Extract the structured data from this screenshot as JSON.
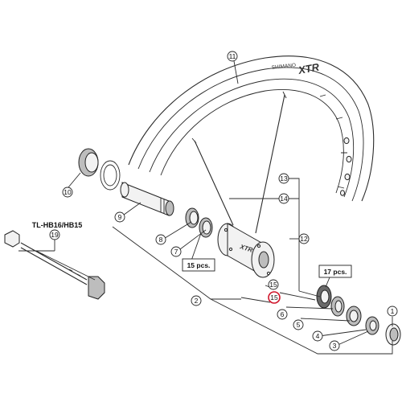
{
  "rim": {
    "brand": "SHIMANO",
    "model": "XTR"
  },
  "hub": {
    "model": "XTR"
  },
  "tool_label": "TL-HB16/HB15",
  "callouts": [
    {
      "id": "c11",
      "label": "11"
    },
    {
      "id": "c10",
      "label": "10"
    },
    {
      "id": "c9",
      "label": "9"
    },
    {
      "id": "c8",
      "label": "8"
    },
    {
      "id": "c7",
      "label": "7"
    },
    {
      "id": "c19",
      "label": "19"
    },
    {
      "id": "c13",
      "label": "13"
    },
    {
      "id": "c14",
      "label": "14"
    },
    {
      "id": "c12",
      "label": "12"
    },
    {
      "id": "c15a",
      "label": "15"
    },
    {
      "id": "c15b",
      "label": "15"
    },
    {
      "id": "c2",
      "label": "2"
    },
    {
      "id": "c6",
      "label": "6"
    },
    {
      "id": "c5",
      "label": "5"
    },
    {
      "id": "c4",
      "label": "4"
    },
    {
      "id": "c3",
      "label": "3"
    },
    {
      "id": "c1",
      "label": "1"
    }
  ],
  "qty_boxes": {
    "left": "15 pcs.",
    "right": "17 pcs."
  },
  "highlight_color": "#d0142a"
}
